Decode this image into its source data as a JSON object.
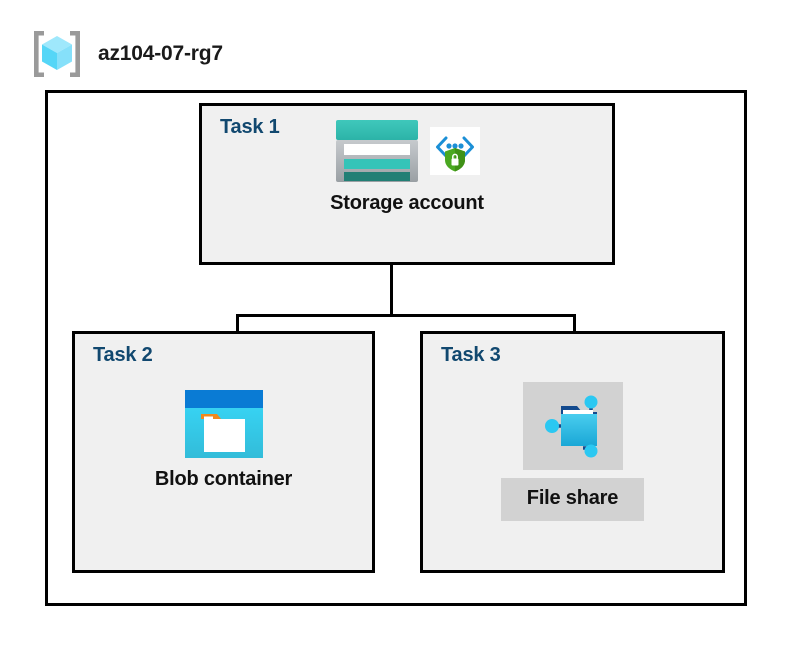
{
  "header": {
    "icon": "azure-resource-group-icon",
    "title": "az104-07-rg7"
  },
  "diagram": {
    "container_name": "resource-group-container",
    "nodes": [
      {
        "id": "task1",
        "task_label": "Task 1",
        "node_label": "Storage account",
        "icons": [
          "storage-account-icon",
          "private-endpoint-shield-icon"
        ],
        "label_highlighted": false
      },
      {
        "id": "task2",
        "task_label": "Task 2",
        "node_label": "Blob container",
        "icons": [
          "blob-container-icon"
        ],
        "label_highlighted": false
      },
      {
        "id": "task3",
        "task_label": "Task 3",
        "node_label": "File share",
        "icons": [
          "file-share-icon"
        ],
        "label_highlighted": true
      }
    ],
    "connections": [
      {
        "from": "task1",
        "to": "task2"
      },
      {
        "from": "task1",
        "to": "task3"
      }
    ]
  },
  "colors": {
    "border": "#000000",
    "task_box_fill": "#f0f0f0",
    "task_label": "#11486f",
    "node_label": "#111111",
    "highlight_fill": "#d2d2d2",
    "canvas": "#ffffff",
    "storage_teal": "#32bfb4",
    "storage_teal_dark": "#1f7a72",
    "storage_gray": "#a8adb1",
    "blob_blue": "#0a7bd4",
    "blob_cyan": "#32cdee",
    "blob_orange": "#f2891e",
    "fileshare_cyan": "#2ab8e8",
    "fileshare_navy": "#134a8e",
    "shield_green": "#3fa014",
    "chevron_blue": "#1b8fd6",
    "rg_cube_cyan": "#8fe3fb",
    "rg_bracket_gray": "#9a9a9a"
  }
}
